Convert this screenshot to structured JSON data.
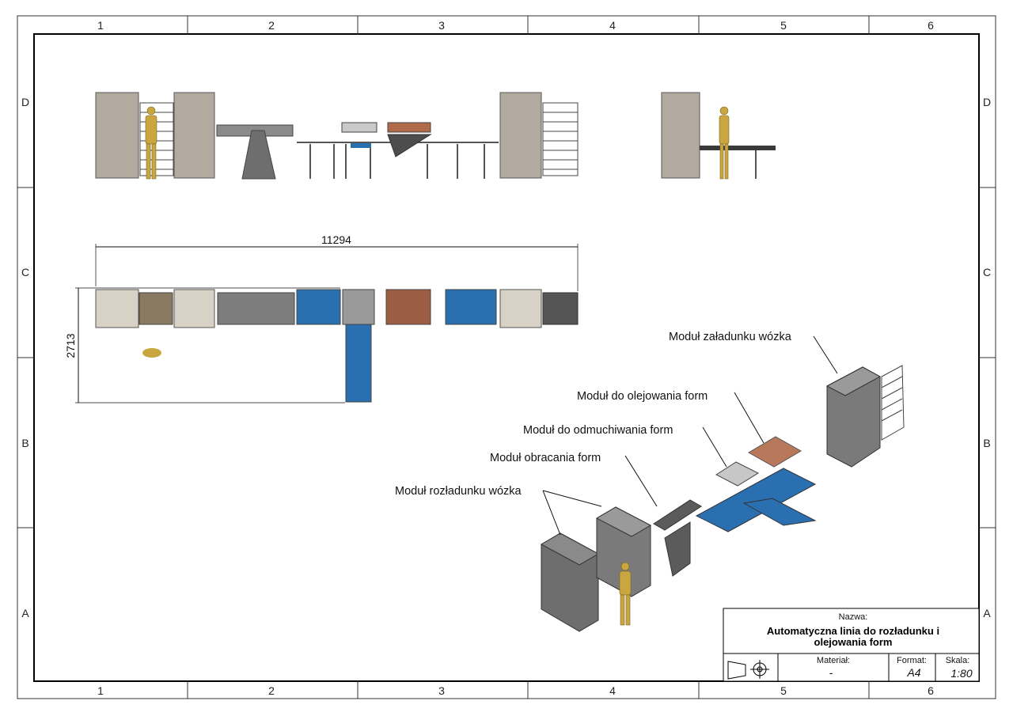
{
  "frame": {
    "columns": [
      "1",
      "2",
      "3",
      "4",
      "5",
      "6"
    ],
    "rows": [
      "D",
      "C",
      "B",
      "A"
    ]
  },
  "dimensions": {
    "length": "11294",
    "width": "2713"
  },
  "callouts": {
    "loading": "Moduł załadunku wózka",
    "oiling": "Moduł do olejowania form",
    "blowing": "Moduł do odmuchiwania form",
    "turning": "Moduł obracania form",
    "unloading": "Moduł rozładunku wózka"
  },
  "title_block": {
    "name_label": "Nazwa:",
    "title_line1": "Automatyczna linia do rozładunku i",
    "title_line2": "olejowania form",
    "material_label": "Materiał:",
    "material_value": "-",
    "format_label": "Format:",
    "format_value": "A4",
    "scale_label": "Skala:",
    "scale_value": "1:80"
  },
  "colors": {
    "cabinet": "#b3aa9f",
    "frame_grey": "#6e6e6e",
    "conveyor_blue": "#2a6fb0",
    "oil_module": "#b06a4a",
    "mannequin": "#c9a640"
  }
}
